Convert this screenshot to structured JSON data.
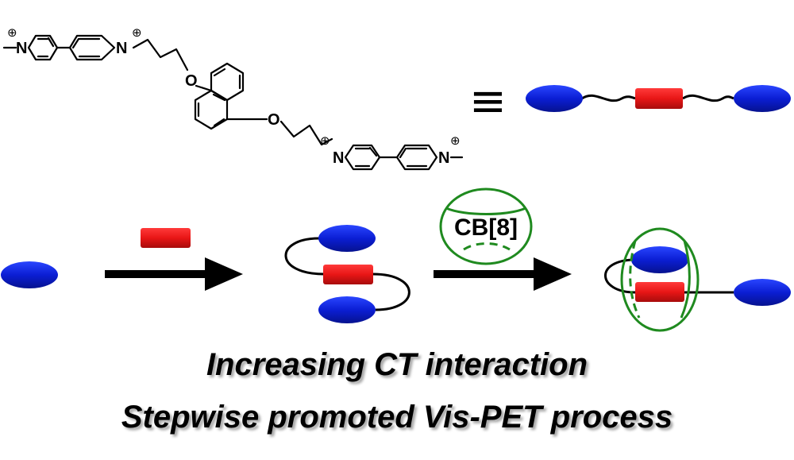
{
  "molecule": {
    "atoms": {
      "nitrogen": "N",
      "oxygen": "O",
      "positive_charge": "⊕"
    }
  },
  "equivalence_symbol": "≡",
  "host": {
    "label": "CB[8]"
  },
  "captions": {
    "line1": "Increasing CT interaction",
    "line2": "Stepwise promoted Vis-PET process"
  },
  "colors": {
    "viologen": "#0b1ed4",
    "naphthalene": "#e81616",
    "cucurbituril": "#1f8a1f",
    "arrow": "#000000"
  },
  "icons": {
    "viologen_unit": "blue-ellipse",
    "naphthalene_unit": "red-rectangle",
    "cb8_host": "green-ring",
    "reaction_arrow": "black-arrow"
  }
}
